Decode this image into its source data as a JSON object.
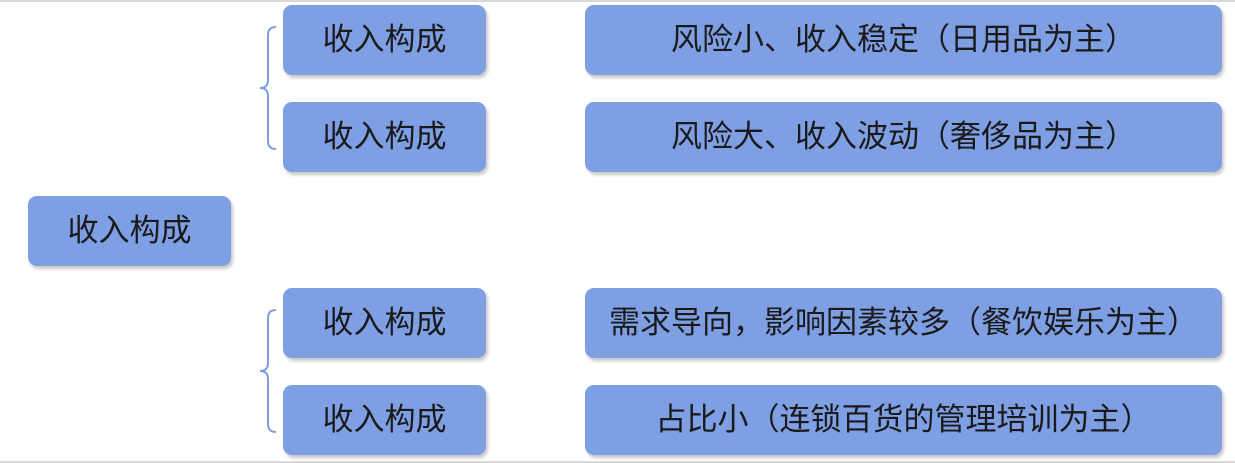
{
  "root": {
    "label": "收入构成"
  },
  "groups": [
    {
      "items": [
        {
          "label": "收入构成",
          "description": "风险小、收入稳定（日用品为主）"
        },
        {
          "label": "收入构成",
          "description": "风险大、收入波动（奢侈品为主）"
        }
      ]
    },
    {
      "items": [
        {
          "label": "收入构成",
          "description": "需求导向，影响因素较多（餐饮娱乐为主）"
        },
        {
          "label": "收入构成",
          "description": "占比小（连锁百货的管理培训为主）"
        }
      ]
    }
  ],
  "colors": {
    "box_fill": "#7f9fe4",
    "connector": "#7f9fe4",
    "text": "#1a1a1a"
  }
}
